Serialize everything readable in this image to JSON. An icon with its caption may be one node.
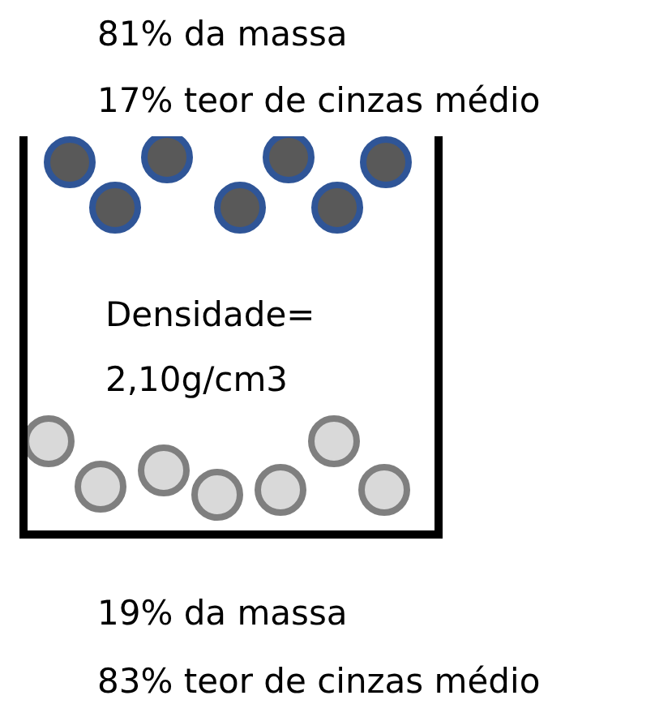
{
  "diagram": {
    "nodes": [
      {
        "text": [
          "Densidade= 2,10g/cm3"
        ]
      }
    ],
    "labels": [
      "81% da massa",
      "17% teor de cinzas médio",
      "19% da massa",
      "83% teor de cinzas médio"
    ]
  }
}
